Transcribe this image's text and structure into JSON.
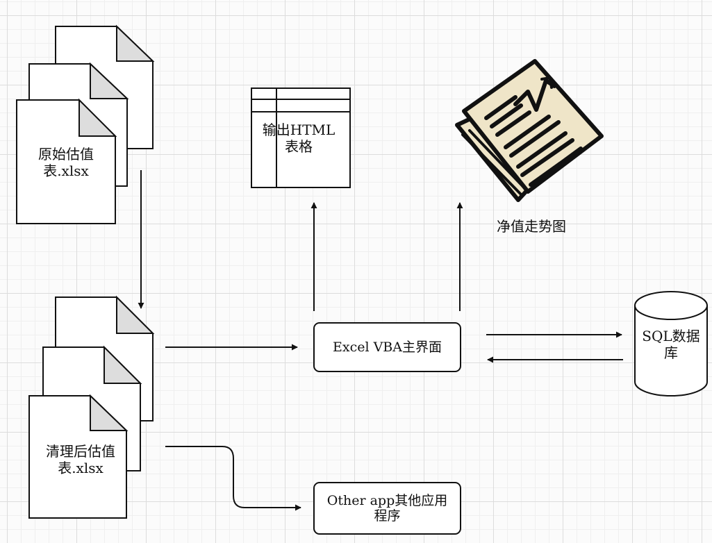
{
  "nodes": {
    "raw_files": "原始估值\n表.xlsx",
    "cleaned_files": "清理后估值\n表.xlsx",
    "html_table": "输出HTML\n表格",
    "chart": "净值走势图",
    "vba_main": "Excel VBA主界面",
    "sql_db": "SQL数据\n库",
    "other_app": "Other app其他应用\n程序"
  },
  "colors": {
    "line": "#111111",
    "doc_fold": "#dddddd",
    "newspaper": "#efe5c8",
    "grid_major": "#dcdcdc",
    "grid_minor": "#efefef"
  }
}
